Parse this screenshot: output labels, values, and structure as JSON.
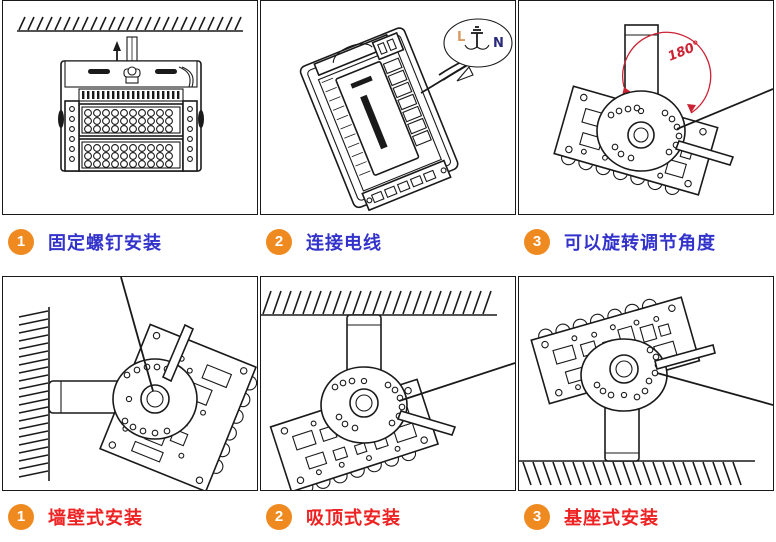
{
  "document": {
    "type": "installation-instruction-sheet",
    "product": "LED flood light",
    "grid": {
      "rows": 2,
      "columns": 3
    }
  },
  "steps_top": [
    {
      "number": "1",
      "label": "固定螺钉安装",
      "color": "#3333cc",
      "panel": "screw-fixing-installation",
      "annotations": []
    },
    {
      "number": "2",
      "label": "连接电线",
      "color": "#3333cc",
      "panel": "wire-connection",
      "annotations": [
        "L",
        "N"
      ]
    },
    {
      "number": "3",
      "label": "可以旋转调节角度",
      "color": "#3333cc",
      "panel": "rotation-angle-adjustment",
      "annotations": [
        "180°"
      ]
    }
  ],
  "steps_bottom": [
    {
      "number": "1",
      "label": "墙壁式安装",
      "color": "#ee2222",
      "panel": "wall-mount-installation",
      "annotations": []
    },
    {
      "number": "2",
      "label": "吸顶式安装",
      "color": "#ee2222",
      "panel": "ceiling-mount-installation",
      "annotations": []
    },
    {
      "number": "3",
      "label": "基座式安装",
      "color": "#ee2222",
      "panel": "base-mount-installation",
      "annotations": []
    }
  ],
  "wiring_callout": {
    "live_label": "L",
    "live_color": "#d89a60",
    "neutral_label": "N",
    "neutral_color": "#2a2a7a",
    "ground_symbol": "earth-ground"
  },
  "rotation_callout": {
    "value": "180°",
    "color": "#cc2233"
  },
  "colors": {
    "badge": "#ef8a21",
    "caption_top": "#3333cc",
    "caption_bottom": "#ee2222",
    "line": "#1a1a1a",
    "accent_red": "#cc2233"
  }
}
